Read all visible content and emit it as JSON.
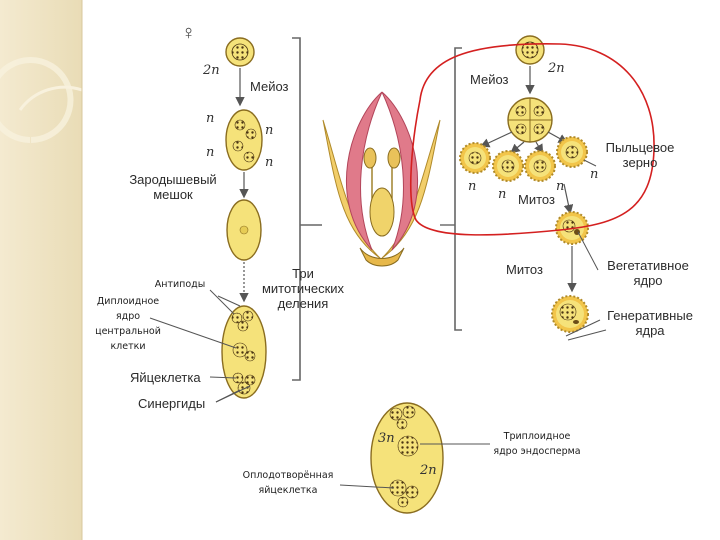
{
  "symbols": {
    "female": "♀"
  },
  "ploidy": {
    "two_n": "2n",
    "n": "n",
    "three_n": "3n"
  },
  "labels": {
    "meiosis": "Мейоз",
    "embryo_sac": [
      "Зародышевый",
      "мешок"
    ],
    "three_mitotic_divisions": [
      "Три",
      "митотических",
      "деления"
    ],
    "egg_cell": "Яйцеклетка",
    "synergids": "Синергиды",
    "pollen_grain": [
      "Пыльцевое",
      "зерно"
    ],
    "mitosis": "Митоз",
    "vegetative_nucleus": [
      "Вегетативное",
      "ядро"
    ],
    "generative_nuclei": [
      "Генеративные",
      "ядра"
    ]
  },
  "notes": {
    "antipodes": "Антиподы",
    "diploid_central": [
      "Диплоидное",
      "ядро",
      "центральной",
      "клетки"
    ],
    "triploid_endosperm": [
      "Триплоидное",
      "ядро эндосперма"
    ],
    "fertilized_egg": [
      "Оплодотворённая",
      "яйцеклетка"
    ]
  },
  "colors": {
    "cell_fill": "#f5e27a",
    "nucleus": "#8a6a2c",
    "petal": "#e07a8a",
    "annotation_circle": "#d42020",
    "left_panel": "#efe3c2"
  }
}
